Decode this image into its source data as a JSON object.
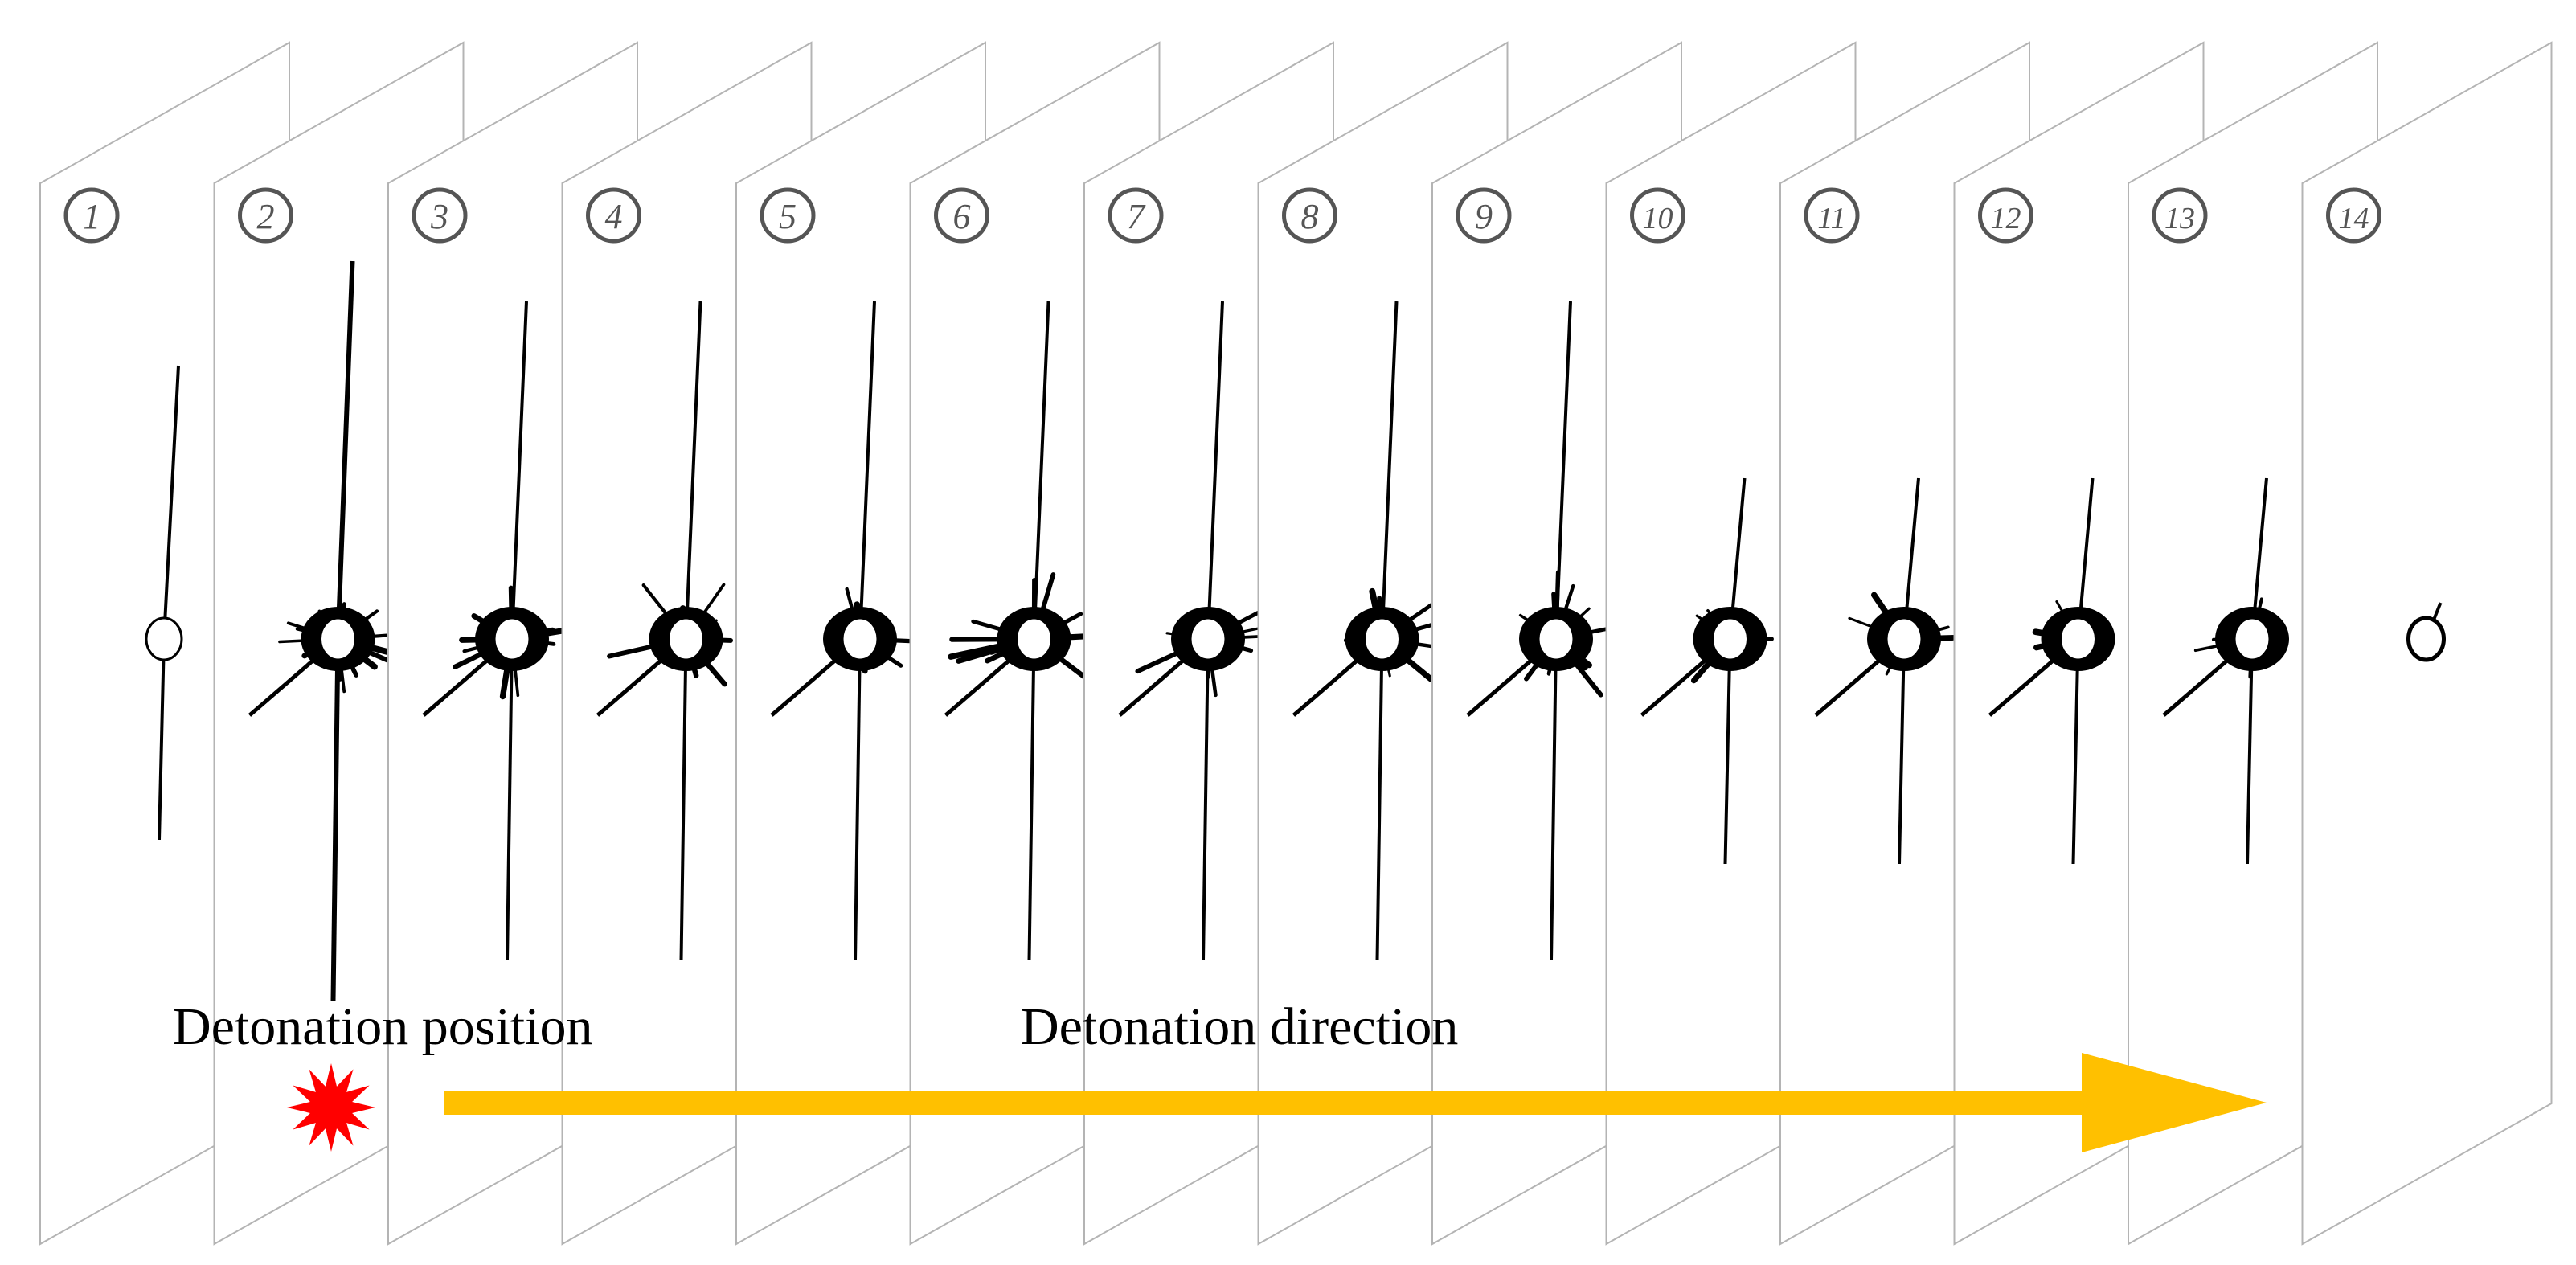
{
  "panels": [
    {
      "label": "1",
      "crack": "none"
    },
    {
      "label": "2",
      "crack": "heavy"
    },
    {
      "label": "3",
      "crack": "medium"
    },
    {
      "label": "4",
      "crack": "medium"
    },
    {
      "label": "5",
      "crack": "medium"
    },
    {
      "label": "6",
      "crack": "medium"
    },
    {
      "label": "7",
      "crack": "medium"
    },
    {
      "label": "8",
      "crack": "medium"
    },
    {
      "label": "9",
      "crack": "medium"
    },
    {
      "label": "10",
      "crack": "light"
    },
    {
      "label": "11",
      "crack": "light"
    },
    {
      "label": "12",
      "crack": "light"
    },
    {
      "label": "13",
      "crack": "light"
    },
    {
      "label": "14",
      "crack": "minimal"
    }
  ],
  "labels": {
    "detonation_position": "Detonation position",
    "detonation_direction": "Detonation direction"
  },
  "colors": {
    "arrow": "#FFC000",
    "star": "#FF0000",
    "crack": "#000000",
    "panel_edge": "#B4B4B4"
  }
}
